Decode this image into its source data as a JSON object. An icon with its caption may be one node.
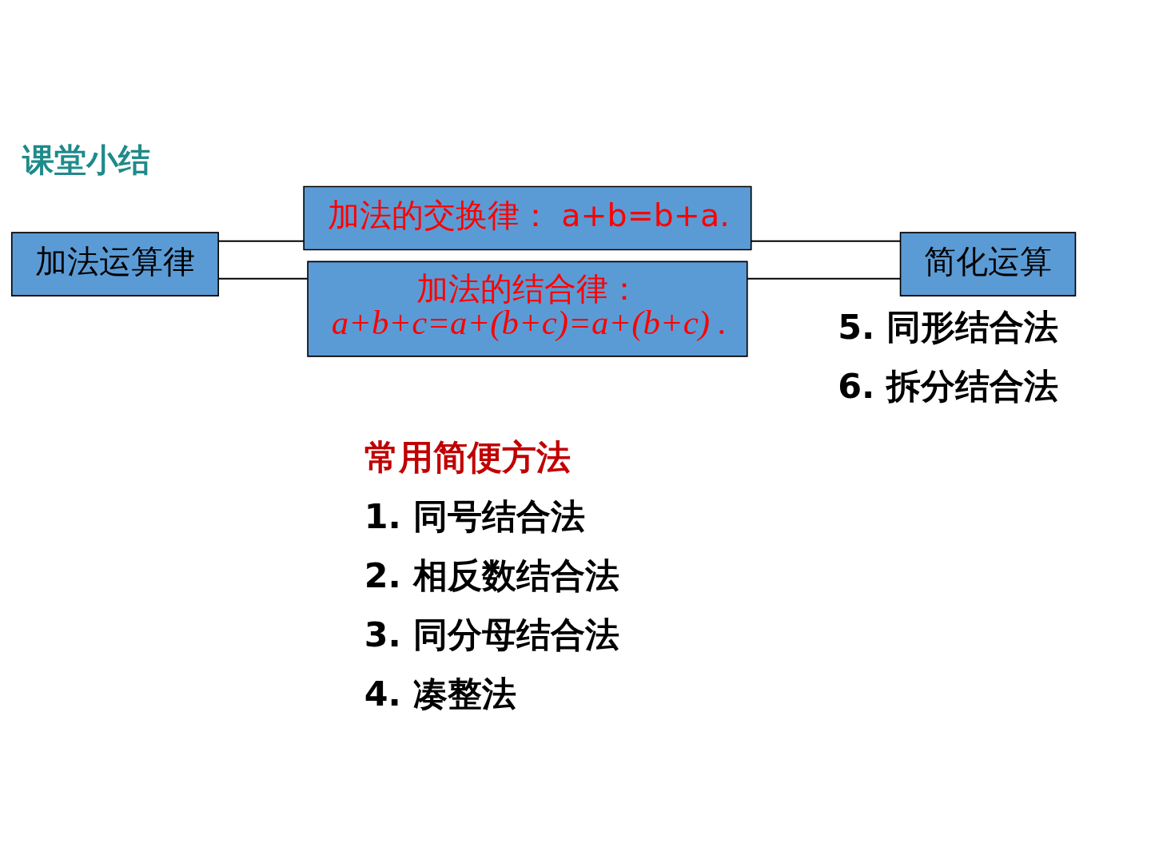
{
  "diagram": {
    "title": "课堂小结",
    "nodes": [
      {
        "text": [
          "加法运算律"
        ]
      },
      {
        "text": [
          "加法的交换律： a+b=b+a."
        ]
      },
      {
        "text": [
          "加法的结合律：",
          "a+b+c=a+(b+c)=a+(b+c) ."
        ]
      },
      {
        "text": [
          "简化运算"
        ]
      }
    ],
    "edges": [
      {
        "from": 0,
        "to": 1,
        "arrow": "none"
      },
      {
        "from": 0,
        "to": 2,
        "arrow": "none"
      },
      {
        "from": 1,
        "to": 3,
        "arrow": "none"
      },
      {
        "from": 2,
        "to": 3,
        "arrow": "none"
      }
    ],
    "labels": [
      "常用简便方法",
      "1. 同号结合法",
      "2. 相反数结合法",
      "3. 同分母结合法",
      "4. 凑整法",
      "5. 同形结合法",
      "6. 拆分结合法"
    ]
  }
}
